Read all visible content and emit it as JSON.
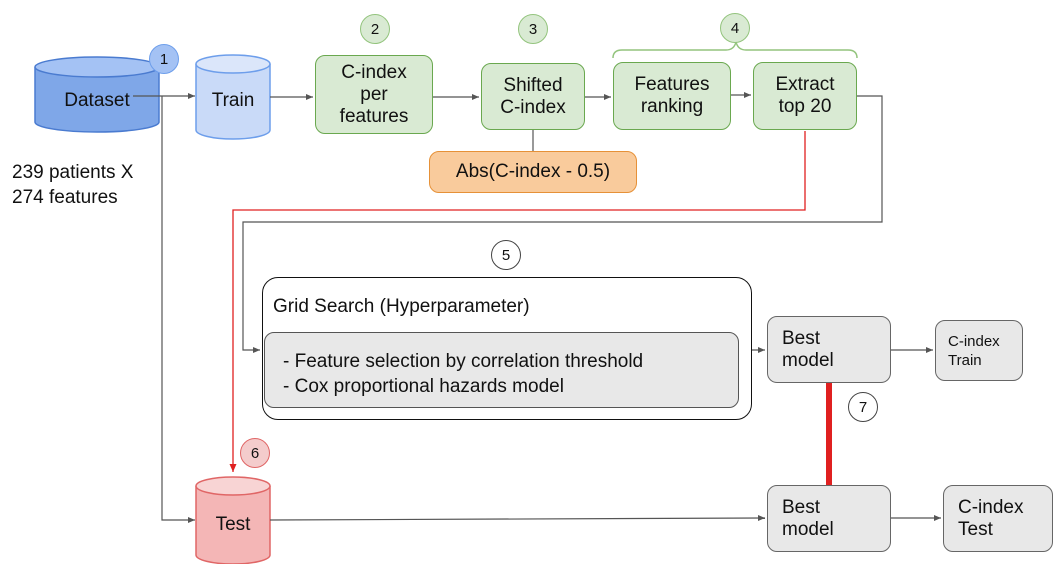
{
  "nodes": {
    "dataset": "Dataset",
    "train": "Train",
    "test": "Test",
    "cindex_per_features": "C-index\nper\nfeatures",
    "shifted_cindex": "Shifted\nC-index",
    "abs_formula": "Abs(C-index - 0.5)",
    "features_ranking": "Features\nranking",
    "extract_top20": "Extract\ntop 20",
    "grid_search_title": "Grid Search (Hyperparameter)",
    "grid_item_1": "- Feature selection by correlation threshold",
    "grid_item_2": "- Cox proportional hazards model",
    "best_model_train": "Best\nmodel",
    "cindex_train": "C-index\nTrain",
    "best_model_test": "Best\nmodel",
    "cindex_test": "C-index\nTest"
  },
  "dataset_stats": "239 patients X\n274 features",
  "steps": [
    "1",
    "2",
    "3",
    "4",
    "5",
    "6",
    "7"
  ],
  "colors": {
    "dataset_blue": "#6d9eeb",
    "train_blue": "#c9daf8",
    "test_red": "#f4cccc",
    "step_green": "#d9ead3",
    "formula_orange": "#f9cb9c",
    "model_gray": "#e8e8e8",
    "red_link": "#e02020"
  }
}
